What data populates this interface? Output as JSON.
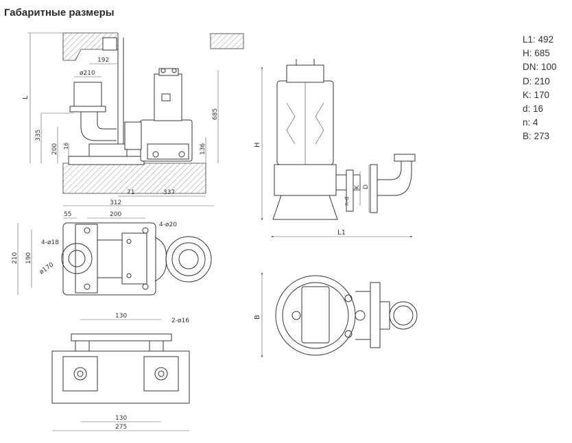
{
  "page_title": "Габаритные размеры",
  "specs": [
    {
      "label": "L1",
      "value": "492"
    },
    {
      "label": "H",
      "value": "685"
    },
    {
      "label": "DN",
      "value": "100"
    },
    {
      "label": "D",
      "value": "210"
    },
    {
      "label": "K",
      "value": "170"
    },
    {
      "label": "d",
      "value": "16"
    },
    {
      "label": "n",
      "value": "4"
    },
    {
      "label": "B",
      "value": "273"
    }
  ],
  "installation_view": {
    "dims": {
      "d192": "192",
      "phi210": "ø210",
      "l": "L",
      "d685": "685",
      "d335": "335",
      "d200": "200",
      "d16": "16",
      "d136": "136",
      "d71": "71",
      "d337": "337"
    }
  },
  "plan_view": {
    "dims": {
      "d312": "312",
      "d55": "55",
      "d200": "200",
      "holes4": "4-ø20",
      "holes4b": "4-ø18",
      "d210": "210",
      "d190": "190",
      "phi170": "ø170"
    }
  },
  "bracket_view": {
    "dims": {
      "d130top": "130",
      "holes2": "2-ø16",
      "d130bottom": "130",
      "d275": "275"
    }
  },
  "pump_side": {
    "dims": {
      "h": "H",
      "k": "K",
      "d": "D",
      "nd": "n-d",
      "l1": "L1"
    }
  },
  "pump_top": {
    "dims": {
      "b": "B"
    }
  }
}
